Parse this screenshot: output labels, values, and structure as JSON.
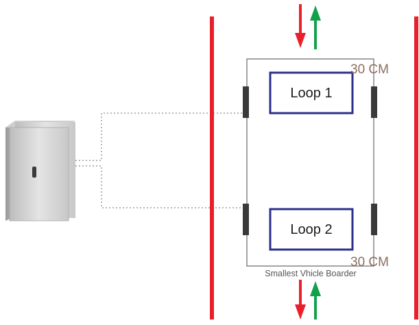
{
  "loops": [
    {
      "label": "Loop 1"
    },
    {
      "label": "Loop 2"
    }
  ],
  "dimension_labels": {
    "top": "30 CM",
    "bottom": "30 CM"
  },
  "vehicle_border_caption": "Smallest Vhicle Boarder",
  "colors": {
    "lane_line": "#e8202a",
    "arrow_down": "#e8202a",
    "arrow_up": "#12a14b",
    "loop_outline": "#2b2f8a",
    "vehicle_border": "#666666",
    "sensor_bar": "#3a3a3a",
    "dotted_cable": "#888888",
    "cabinet": "#d9d9d9"
  },
  "icons": {
    "cabinet": "control-cabinet-icon",
    "direction_down": "arrow-down-icon",
    "direction_up": "arrow-up-icon"
  }
}
